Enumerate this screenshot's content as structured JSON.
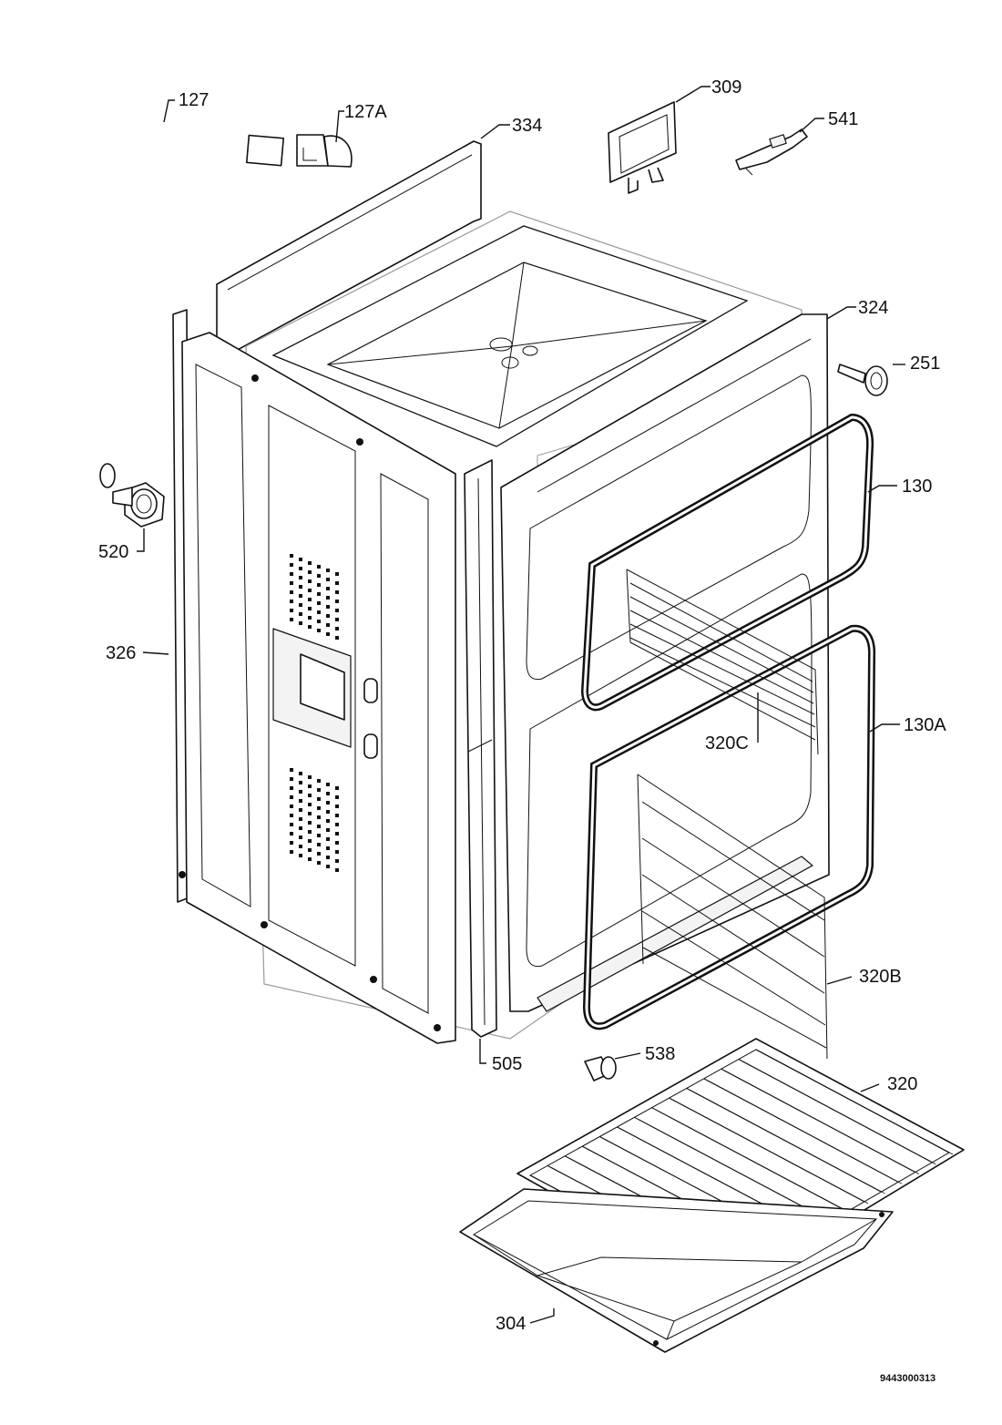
{
  "labels": {
    "hose": "127",
    "hose_end": "127A",
    "frame_top": "334",
    "grille": "309",
    "bracket": "541",
    "front_frame": "324",
    "knob": "251",
    "gasket_top": "130",
    "gasket_bottom": "130A",
    "rail_top": "320C",
    "rail_bottom": "320B",
    "clamp": "520",
    "side_panel": "326",
    "divider": "505",
    "plug": "538",
    "shelf": "320",
    "tray": "304"
  },
  "document_code": "9443000313"
}
